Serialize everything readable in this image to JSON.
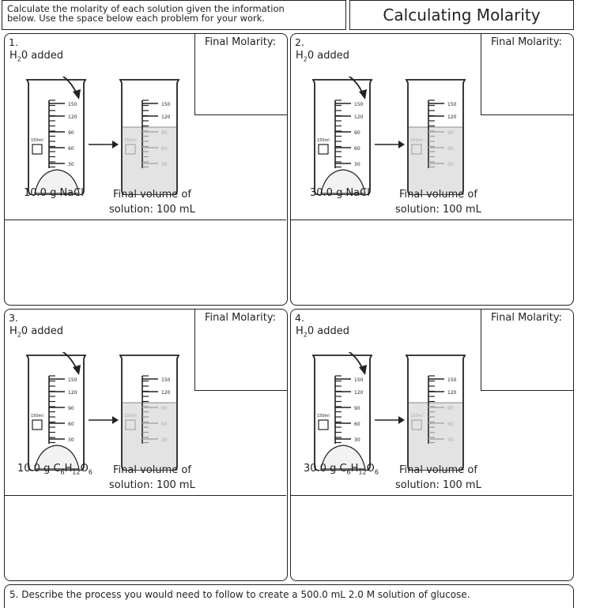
{
  "header": {
    "instructions_line1": "Calculate the molarity of each solution given the information",
    "instructions_line2": "below.  Use the space below each problem for your work.",
    "title": "Calculating Molarity"
  },
  "common": {
    "final_molarity_label": "Final Molarity:",
    "water_added_prefix": "H",
    "water_added_sub": "2",
    "water_added_suffix": "0 added",
    "final_volume_line1": "Final volume of",
    "final_volume_line2": "solution: 100 mL",
    "beaker_marks": [
      "150",
      "120",
      "90",
      "60",
      "30"
    ],
    "beaker_small_label": "150ml"
  },
  "problems": [
    {
      "number": "1.",
      "solute_mass": "10.0 g NaCl"
    },
    {
      "number": "2.",
      "solute_mass": "30.0 g NaCl"
    },
    {
      "number": "3.",
      "solute_mass": "10.0 g C",
      "sub1": "6",
      "h": "H",
      "sub2": "12",
      "o": "O",
      "sub3": "6"
    },
    {
      "number": "4.",
      "solute_mass": "30.0 g C",
      "sub1": "6",
      "h": "H",
      "sub2": "12",
      "o": "O",
      "sub3": "6"
    }
  ],
  "question5": "5. Describe the process you would need to follow to create a 500.0 mL 2.0 M solution of glucose."
}
